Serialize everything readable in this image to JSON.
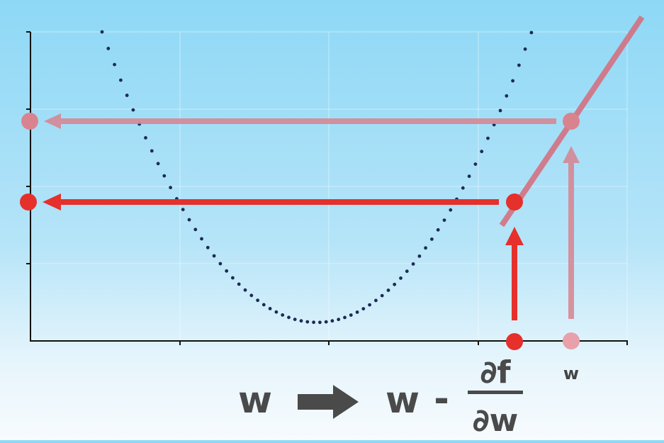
{
  "diagram": {
    "curve": {
      "type": "parabola",
      "style": "dotted",
      "color": "#1d2a55",
      "vertex_w": 0.48,
      "min_value": 0.06,
      "domain": [
        0.12,
        0.85
      ]
    },
    "tangent": {
      "color": "#d66a7a"
    },
    "points": {
      "updated": {
        "label": "",
        "color": "#e5302c"
      },
      "original": {
        "label": "w",
        "color": "#e08090"
      }
    },
    "formula": {
      "lhs": "w",
      "arrow_color": "#444444",
      "rhs_w": "w",
      "minus": "-",
      "numerator": "∂f",
      "denominator": "∂w"
    }
  }
}
